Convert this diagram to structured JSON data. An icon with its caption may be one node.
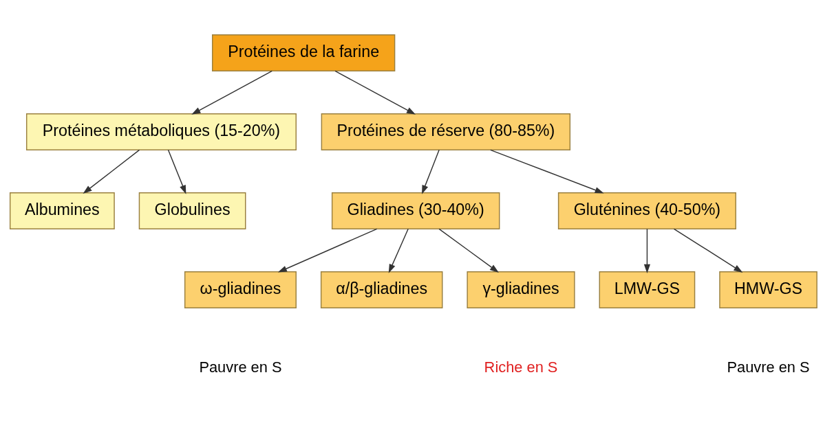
{
  "diagram": {
    "nodes": [
      {
        "text": [
          "Protéines de la farine"
        ]
      },
      {
        "text": [
          "Protéines métaboliques (15-20%)"
        ]
      },
      {
        "text": [
          "Protéines de réserve (80-85%)"
        ]
      },
      {
        "text": [
          "Albumines"
        ]
      },
      {
        "text": [
          "Globulines"
        ]
      },
      {
        "text": [
          "Gliadines (30-40%)"
        ]
      },
      {
        "text": [
          "Gluténines (40-50%)"
        ]
      },
      {
        "text": [
          "ω-gliadines"
        ]
      },
      {
        "text": [
          "α/β-gliadines"
        ]
      },
      {
        "text": [
          "γ-gliadines"
        ]
      },
      {
        "text": [
          "LMW-GS"
        ]
      },
      {
        "text": [
          "HMW-GS"
        ]
      }
    ],
    "edges": [
      {
        "from": 0,
        "to": 1,
        "arrow": "to"
      },
      {
        "from": 0,
        "to": 2,
        "arrow": "to"
      },
      {
        "from": 1,
        "to": 3,
        "arrow": "to"
      },
      {
        "from": 1,
        "to": 4,
        "arrow": "to"
      },
      {
        "from": 2,
        "to": 5,
        "arrow": "to"
      },
      {
        "from": 2,
        "to": 6,
        "arrow": "to"
      },
      {
        "from": 5,
        "to": 7,
        "arrow": "to"
      },
      {
        "from": 5,
        "to": 8,
        "arrow": "to"
      },
      {
        "from": 5,
        "to": 9,
        "arrow": "to"
      },
      {
        "from": 6,
        "to": 10,
        "arrow": "to"
      },
      {
        "from": 6,
        "to": 11,
        "arrow": "to"
      }
    ],
    "labels": [
      "Pauvre en S",
      "Riche en S",
      "Pauvre en S"
    ]
  }
}
